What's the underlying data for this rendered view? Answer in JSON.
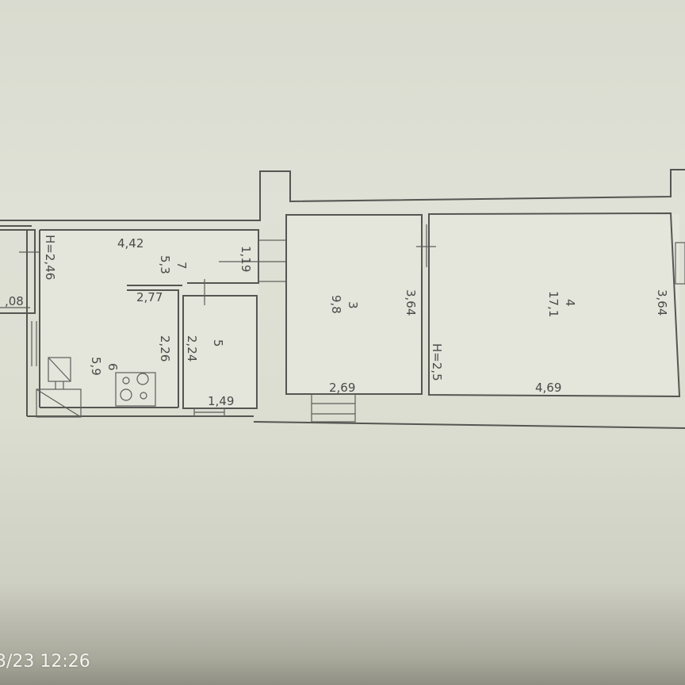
{
  "floor_plan": {
    "rooms": [
      {
        "number": "7",
        "area": "5,3",
        "type": "corridor",
        "dims": [
          "4,42",
          "1,19"
        ]
      },
      {
        "number": "6",
        "area": "5,9",
        "type": "kitchen",
        "dims": [
          "2,77",
          "2,26"
        ]
      },
      {
        "number": "5",
        "area": "",
        "type": "bathroom",
        "dims": [
          "2,24",
          "1,49"
        ]
      },
      {
        "number": "3",
        "area": "9,8",
        "type": "room",
        "dims": [
          "3,64",
          "2,69"
        ]
      },
      {
        "number": "4",
        "area": "17,1",
        "type": "room",
        "dims": [
          "3,64",
          "4,69"
        ]
      }
    ],
    "heights": {
      "left": "H=2,46",
      "right": "H=2,5"
    },
    "neighbor_dim": ",08"
  },
  "photo_overlay": {
    "timestamp": "3/23 12:26"
  },
  "colors": {
    "paper": "#dfe1d6",
    "lines": "#555652",
    "text": "#4a4a48"
  }
}
